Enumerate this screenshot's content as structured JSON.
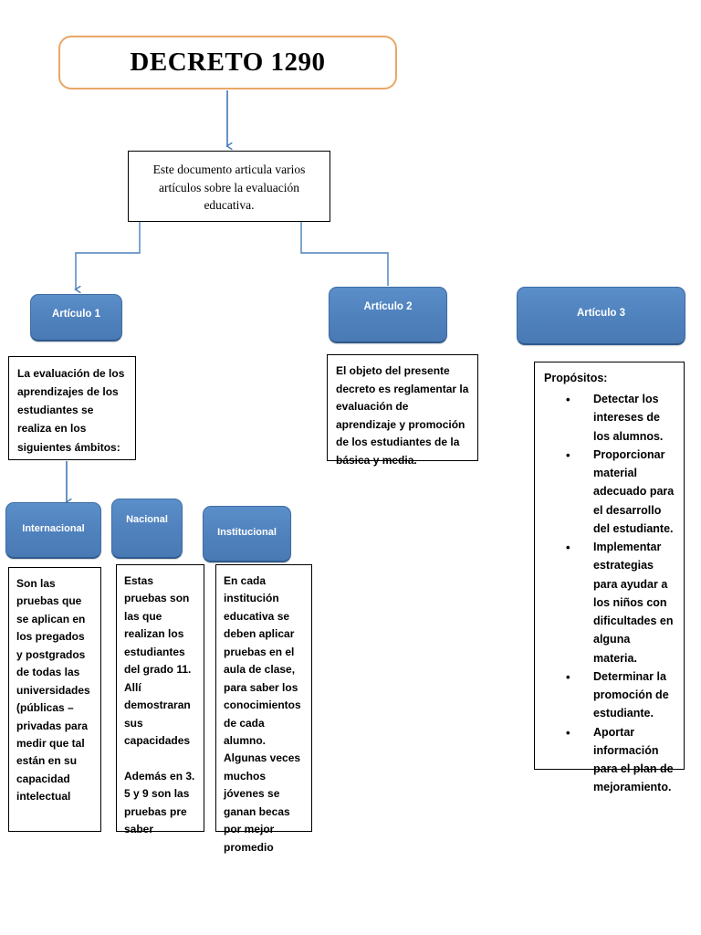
{
  "diagram": {
    "title_box": {
      "label": "DECRETO 1290"
    },
    "intro_box": {
      "text": "Este documento articula varios artículos sobre la evaluación educativa."
    },
    "articles": [
      {
        "label": "Artículo 1"
      },
      {
        "label": "Artículo 2"
      },
      {
        "label": "Artículo 3"
      }
    ],
    "article1_text": "La evaluación de los aprendizajes de los estudiantes se realiza en los siguientes ámbitos:",
    "article2_text": "El objeto del presente decreto es  reglamentar la evaluación de aprendizaje y promoción de los estudiantes de la básica y media.",
    "purposes": {
      "heading": "Propósitos:",
      "items": [
        "Detectar los intereses de los alumnos.",
        "Proporcionar material adecuado para el desarrollo del estudiante.",
        "Implementar estrategias para ayudar a los niños con dificultades en alguna materia.",
        "Determinar la promoción de estudiante.",
        "Aportar información para el plan de mejoramiento."
      ]
    },
    "scopes": [
      {
        "label": "Internacional"
      },
      {
        "label": "Nacional"
      },
      {
        "label": "Institucional"
      }
    ],
    "scope_texts": [
      "Son las pruebas  que se aplican en los pregados y postgrados de todas las universidades (públicas – privadas para medir que tal están  en su capacidad intelectual",
      "Estas pruebas son las que realizan los estudiantes del grado 11. Allí demostraran sus capacidades\n\nAdemás en 3. 5 y 9 son las pruebas pre saber",
      "En cada institución educativa se deben aplicar pruebas  en el aula de clase, para saber los conocimientos de cada alumno. Algunas veces muchos jóvenes se ganan becas por mejor promedio"
    ],
    "colors": {
      "box_blue": "#4F81BD",
      "title_border": "#E8A766",
      "connector_blue": "#4A7EBB",
      "text_black": "#000000"
    }
  }
}
